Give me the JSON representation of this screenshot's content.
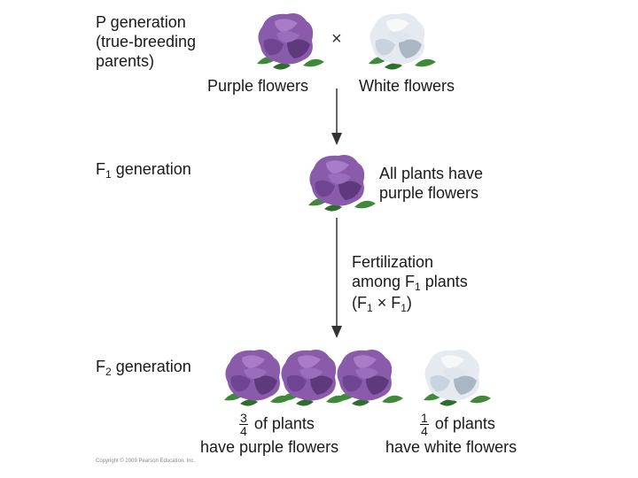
{
  "p_generation": {
    "label_line1": "P generation",
    "label_line2": "(true-breeding",
    "label_line3": "parents)",
    "cross_symbol": "×",
    "purple_label": "Purple flowers",
    "white_label": "White flowers"
  },
  "f1_generation": {
    "label_text": "F",
    "label_sub": "1",
    "label_rest": " generation",
    "result_line1": "All plants have",
    "result_line2": "purple flowers"
  },
  "fertilization": {
    "line1": "Fertilization",
    "line2_a": "among F",
    "line2_sub": "1",
    "line2_b": " plants",
    "line3_a": "(F",
    "line3_sub1": "1",
    "line3_mid": " × F",
    "line3_sub2": "1",
    "line3_b": ")"
  },
  "f2_generation": {
    "label_text": "F",
    "label_sub": "2",
    "label_rest": " generation",
    "purple_frac_num": "3",
    "purple_frac_den": "4",
    "purple_line1": "of plants",
    "purple_line2": "have purple flowers",
    "white_frac_num": "1",
    "white_frac_den": "4",
    "white_line1": "of plants",
    "white_line2": "have white flowers"
  },
  "copyright": "Copyright © 2009 Pearson Education, Inc.",
  "colors": {
    "purple_petal": "#8a5bab",
    "purple_dark": "#5e3a7d",
    "white_petal": "#e4eaf0",
    "white_dark": "#a9b6c4",
    "leaf": "#3f8a3a",
    "arrow": "#333333"
  }
}
